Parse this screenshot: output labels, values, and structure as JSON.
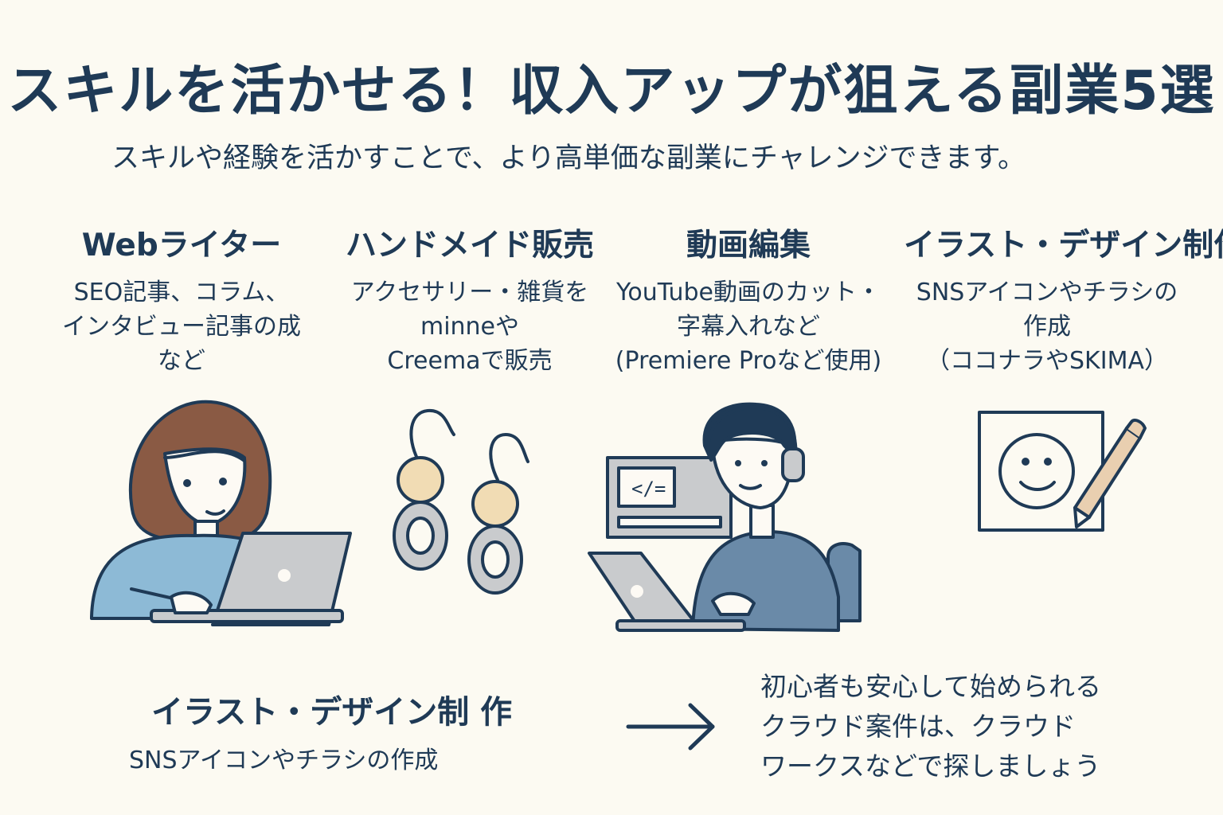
{
  "header": {
    "title": "スキルを活かせる！収入アップが狙える副業5選",
    "subtitle": "スキルや経験を活かすことで、より高単価な副業にチャレンジできます。"
  },
  "cards": [
    {
      "title": "Webライター",
      "lines": [
        "SEO記事、コラム、",
        "インタビュー記事の成",
        "など"
      ],
      "icon": "woman-laptop-icon"
    },
    {
      "title": "ハンドメイド販売",
      "lines": [
        "アクセサリー・雑貨を",
        "minneや",
        "Creemaで販売"
      ],
      "icon": "earrings-icon"
    },
    {
      "title": "動画編集",
      "lines": [
        "YouTube動画のカット・",
        "字幕入れなど",
        "(Premiere Proなど使用)"
      ],
      "icon": "man-headphones-icon"
    },
    {
      "title": "イラスト・デザイン制作",
      "lines": [
        "SNSアイコンやチラシの",
        "作成",
        "（ココナラやSKIMA）"
      ],
      "icon": "smiley-pencil-icon"
    }
  ],
  "bottom": {
    "title": "イラスト・デザイン制 作",
    "desc": "SNSアイコンやチラシの作成",
    "arrow_icon": "arrow-right-icon",
    "note_lines": [
      "初心者も安心して始められる",
      "クラウド案件は、クラウド",
      "ワークスなどで探しましょう"
    ]
  },
  "colors": {
    "background": "#fcfaf2",
    "text": "#1f3a56",
    "sweater_blue": "#8dbad6",
    "sweater_slate": "#6a8aa8",
    "laptop_gray": "#c9cbcd",
    "hair_brown": "#8a5a44",
    "bead_peach": "#f1dcb4",
    "skin": "#fdfaf4",
    "pencil": "#e9cfb0"
  }
}
